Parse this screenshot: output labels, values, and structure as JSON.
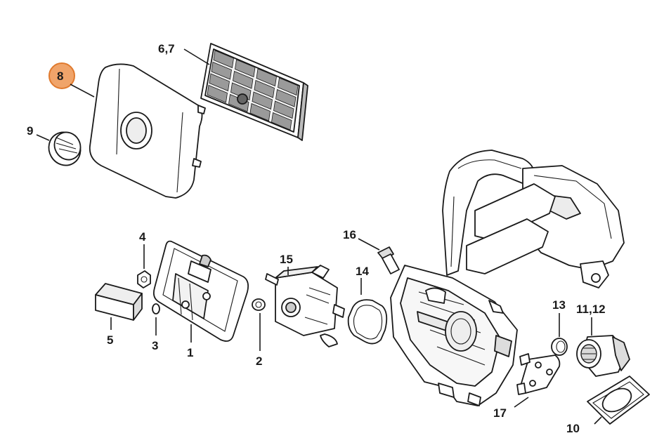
{
  "highlight_color": "#f0a46a",
  "highlight_border": "#e07a2e",
  "labels": {
    "p1": "1",
    "p2": "2",
    "p3": "3",
    "p4": "4",
    "p5": "5",
    "p67": "6,7",
    "p8": "8",
    "p9": "9",
    "p10": "10",
    "p1112": "11,12",
    "p13": "13",
    "p14": "14",
    "p15": "15",
    "p16": "16",
    "p17": "17"
  },
  "selected_part": "8"
}
